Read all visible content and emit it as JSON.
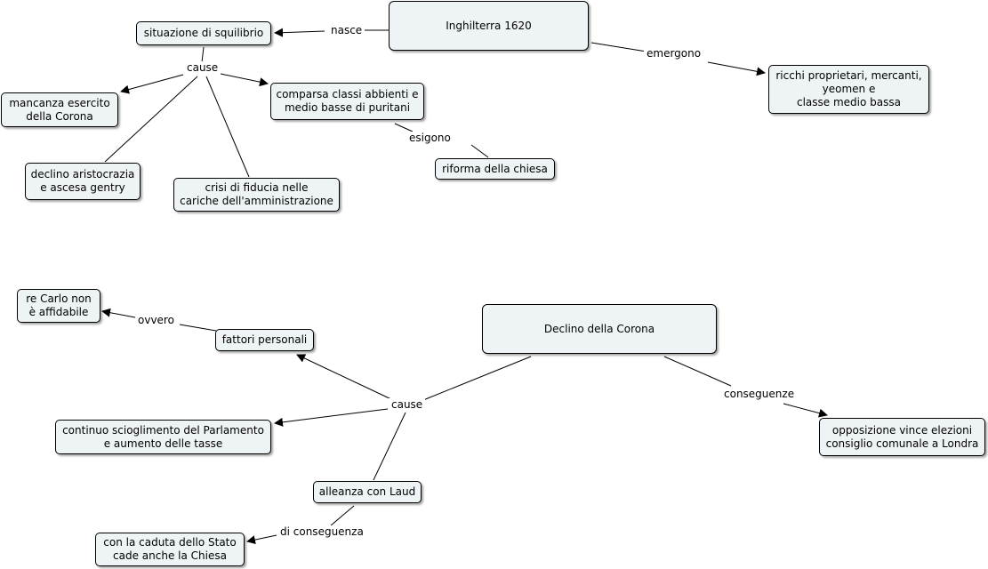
{
  "nodes": {
    "inghilterra": "Inghilterra 1620",
    "squilibrio": "situazione di squilibrio",
    "ricchi": "ricchi proprietari, mercanti,\nyeomen e\nclasse medio bassa",
    "mancanza": "mancanza esercito\ndella Corona",
    "comparsa": "comparsa classi abbienti e\nmedio basse di puritani",
    "riforma": "riforma della chiesa",
    "declino_aristo": "declino aristocrazia\ne ascesa gentry",
    "crisi": "crisi di fiducia nelle\ncariche dell'amministrazione",
    "re_carlo": "re Carlo non\nè affidabile",
    "fattori": "fattori personali",
    "declino_corona": "Declino della Corona",
    "scioglimento": "continuo scioglimento del Parlamento\ne aumento delle tasse",
    "opposizione": "opposizione vince elezioni\nconsiglio comunale a Londra",
    "laud": "alleanza con Laud",
    "caduta": "con la caduta dello Stato\ncade anche la Chiesa"
  },
  "labels": {
    "nasce": "nasce",
    "emergono": "emergono",
    "cause_top": "cause",
    "esigono": "esigono",
    "ovvero": "ovvero",
    "cause_bottom": "cause",
    "conseguenze": "conseguenze",
    "di_conseguenza": "di conseguenza"
  }
}
